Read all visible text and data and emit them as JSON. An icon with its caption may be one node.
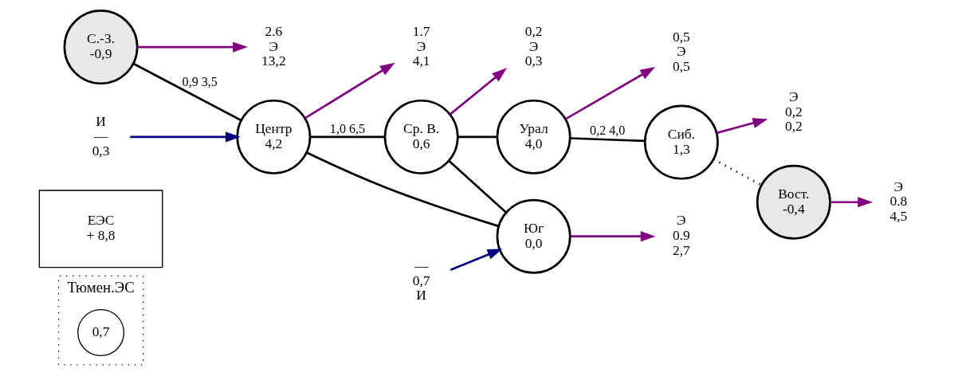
{
  "diagram": {
    "nodes": [
      {
        "text": [
          "Тюмен.ЭС"
        ]
      },
      {
        "text": [
          "0,7"
        ],
        "in": 0
      },
      {
        "text": [
          "ЕЭС",
          "+ 8,8"
        ]
      },
      {
        "text": [
          "2.6",
          "Э",
          "13,2"
        ]
      },
      {
        "text": [
          "1.7",
          "Э",
          "4,1"
        ]
      },
      {
        "text": [
          "0,2",
          "Э",
          "0,3"
        ]
      },
      {
        "text": [
          "0,5",
          "Э",
          "0,5"
        ]
      },
      {
        "text": [
          "С.-З.",
          "-0,9"
        ]
      },
      {
        "text": [
          "Центр",
          "4,2"
        ]
      },
      {
        "text": [
          "Ср. В.",
          "0,6"
        ]
      },
      {
        "text": [
          "Урал",
          "4,0"
        ]
      },
      {
        "text": [
          "Сиб.",
          "1,3"
        ]
      },
      {
        "text": [
          "И",
          "—",
          "0,3"
        ]
      },
      {
        "text": [
          "Э",
          "0,2",
          "0,2"
        ]
      },
      {
        "text": [
          "Вост.",
          "-0,4"
        ]
      },
      {
        "text": [
          "Юг",
          "0,0"
        ]
      },
      {
        "text": [
          "—",
          "0,7",
          "И"
        ]
      },
      {
        "text": [
          "Э",
          "0.9",
          "2,7"
        ]
      },
      {
        "text": [
          "Э",
          "0.8",
          "4,5"
        ]
      }
    ],
    "edges": [
      {
        "from": 7,
        "to": 8,
        "arrow": "none",
        "label": "0,9 3,5"
      },
      {
        "from": 8,
        "to": 9,
        "arrow": "none",
        "label": "1,0 6,5"
      },
      {
        "from": 9,
        "to": 10,
        "arrow": "none"
      },
      {
        "from": 10,
        "to": 11,
        "arrow": "none",
        "label": "0,2 4,0"
      },
      {
        "from": 8,
        "to": 15,
        "arrow": "none"
      },
      {
        "from": 9,
        "to": 15,
        "arrow": "none"
      },
      {
        "from": 11,
        "to": 14,
        "arrow": "none",
        "style": "dashed"
      },
      {
        "from": 7,
        "to": 3,
        "arrow": "to",
        "color": "#800080"
      },
      {
        "from": 8,
        "to": 4,
        "arrow": "to",
        "color": "#800080"
      },
      {
        "from": 9,
        "to": 5,
        "arrow": "to",
        "color": "#800080"
      },
      {
        "from": 10,
        "to": 6,
        "arrow": "to",
        "color": "#800080"
      },
      {
        "from": 11,
        "to": 13,
        "arrow": "to",
        "color": "#800080"
      },
      {
        "from": 14,
        "to": 18,
        "arrow": "to",
        "color": "#800080"
      },
      {
        "from": 15,
        "to": 17,
        "arrow": "to",
        "color": "#800080"
      },
      {
        "from": 12,
        "to": 8,
        "arrow": "to",
        "color": "#000080"
      },
      {
        "from": 16,
        "to": 15,
        "arrow": "to",
        "color": "#000080"
      }
    ]
  }
}
